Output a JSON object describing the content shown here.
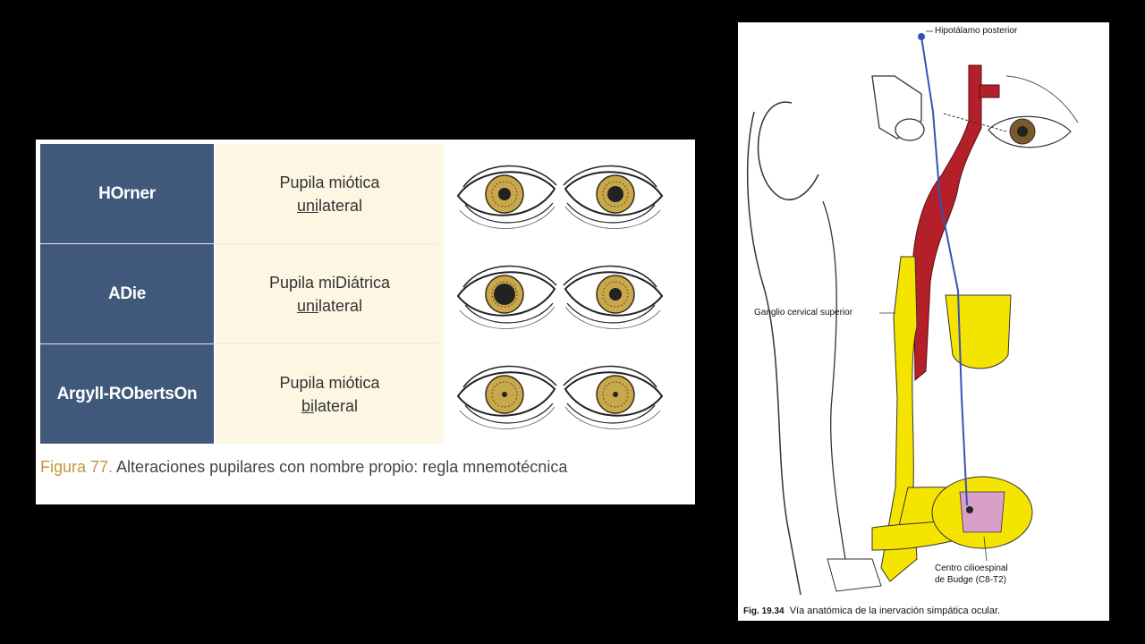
{
  "left": {
    "rows": [
      {
        "name": "HOrner",
        "desc_line1": "Pupila miótica",
        "desc_u": "uni",
        "desc_rest": "lateral"
      },
      {
        "name": "ADie",
        "desc_line1": "Pupila miDiátrica",
        "desc_u": "uni",
        "desc_rest": "lateral"
      },
      {
        "name": "Argyll-RObertsOn",
        "desc_line1": "Pupila miótica",
        "desc_u": "bi",
        "desc_rest": "lateral"
      }
    ],
    "caption_label": "Figura 77.",
    "caption_text": " Alteraciones pupilares con nombre propio: regla mnemotécnica"
  },
  "right": {
    "label_hypothalamus": "Hipotálamo posterior",
    "label_ganglion": "Ganglio cervical superior",
    "label_center_1": "Centro cilioespinal",
    "label_center_2": "de Budge (C8-T2)",
    "caption_label": "Fig. 19.34",
    "caption_text": "Vía anatómica de la inervación simpática ocular."
  },
  "colors": {
    "name_cell": "#40587a",
    "desc_cell": "#fdf6e3",
    "figure_label": "#c4953a",
    "artery": "#b3202a",
    "nerve_yellow": "#f5e400",
    "pathway_blue": "#3552b8"
  }
}
